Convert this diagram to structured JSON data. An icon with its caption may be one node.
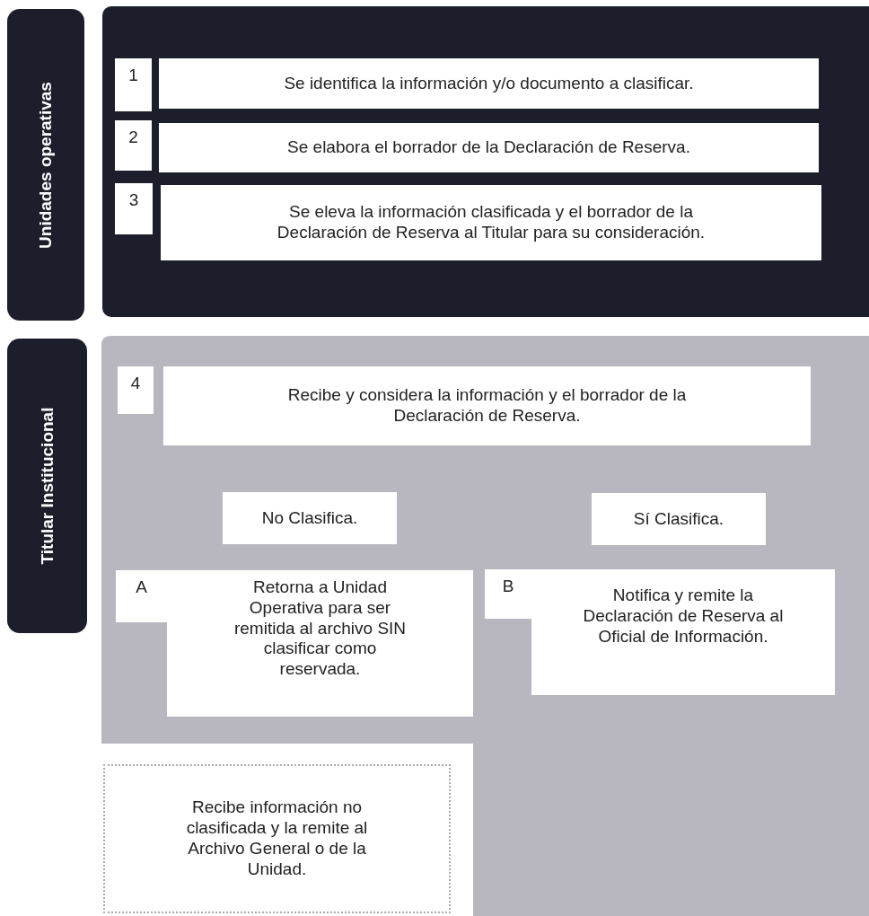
{
  "diagram": {
    "nodes": [
      {
        "text": [
          "Unidades operativas"
        ]
      },
      {
        "text": [],
        "shape": "box"
      },
      {
        "text": [
          "1"
        ],
        "in": 1
      },
      {
        "text": [
          "Se identifica la información y/o documento a clasificar."
        ],
        "in": 1
      },
      {
        "text": [
          "2"
        ],
        "in": 1
      },
      {
        "text": [
          "Se elabora el borrador de la Declaración de Reserva."
        ],
        "in": 1
      },
      {
        "text": [
          "3"
        ],
        "in": 1
      },
      {
        "text": [
          "Se eleva la información clasificada y el borrador de la Declaración de Reserva al Titular para su consideración."
        ],
        "in": 1
      },
      {
        "text": [
          "Titular Institucional"
        ]
      },
      {
        "text": [],
        "shape": "box"
      },
      {
        "text": [
          "4"
        ],
        "in": 9
      },
      {
        "text": [
          "Recibe y considera la información y el borrador de la Declaración de Reserva."
        ],
        "in": 9
      },
      {
        "text": [
          "No Clasifica."
        ],
        "in": 9
      },
      {
        "text": [
          "Sí Clasifica."
        ],
        "in": 9
      },
      {
        "text": [
          "A"
        ],
        "in": 9
      },
      {
        "text": [
          "Retorna a Unidad Operativa para ser remitida al archivo SIN clasificar como reservada."
        ],
        "in": 9
      },
      {
        "text": [
          "B"
        ],
        "in": 9
      },
      {
        "text": [
          "Notifica y remite la Declaración de Reserva al Oficial de Información."
        ],
        "in": 9
      },
      {
        "text": [
          "Recibe información no clasificada y la remite al Archivo General o de la Unidad."
        ]
      }
    ]
  }
}
